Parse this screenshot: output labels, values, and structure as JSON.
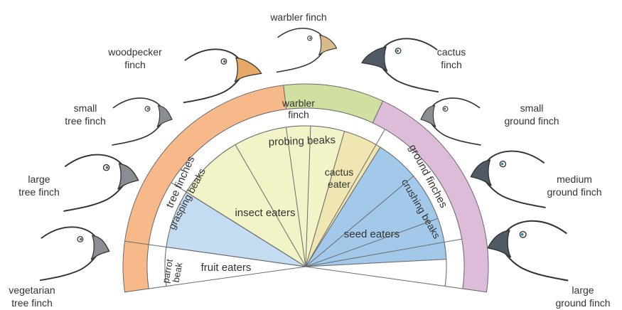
{
  "birds": {
    "woodpecker": [
      "woodpecker",
      "finch"
    ],
    "warbler": [
      "warbler finch"
    ],
    "cactus": [
      "cactus",
      "finch"
    ],
    "small_tree": [
      "small",
      "tree finch"
    ],
    "small_ground": [
      "small",
      "ground finch"
    ],
    "large_tree": [
      "large",
      "tree finch"
    ],
    "medium_ground": [
      "medium",
      "ground finch"
    ],
    "vegetarian": [
      "vegetarian",
      "tree finch"
    ],
    "large_ground": [
      "large",
      "ground finch"
    ]
  },
  "outer_groups": {
    "tree": "tree finches",
    "warbler": [
      "warbler",
      "finch"
    ],
    "ground": "ground finches"
  },
  "beak_types": {
    "grasping": "grasping beaks",
    "probing": "probing beaks",
    "crushing": "crushing beaks",
    "parrot": [
      "parrot",
      "beak"
    ]
  },
  "diets": {
    "insect": "insect eaters",
    "cactus": [
      "cactus",
      "eater"
    ],
    "seed": "seed eaters",
    "fruit": "fruit eaters"
  },
  "colors": {
    "tree_band": "#f8b98a",
    "warbler_band": "#cfe0a0",
    "ground_band": "#dcbcd8",
    "insect": "#f3f3c8",
    "cactus": "#efe6b2",
    "seed": "#a3c9ea",
    "fruit": "#c4dcf1",
    "beak_orange": "#e8a866",
    "beak_gray": "#8a8e93",
    "beak_dark": "#505a64"
  }
}
